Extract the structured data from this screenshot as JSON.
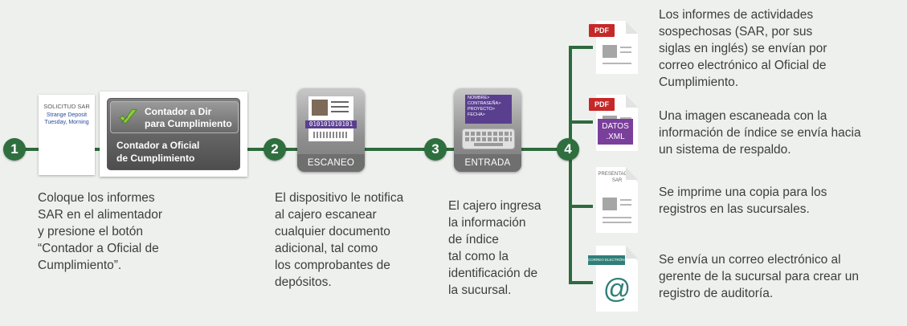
{
  "steps": [
    "1",
    "2",
    "3",
    "4"
  ],
  "sar_sheet": {
    "title": "SOLICITUD SAR",
    "line1": "Strange Deposit",
    "line2": "Tuesday, Morning"
  },
  "screen": {
    "button1_line1": "Contador a Dir",
    "button1_line2": "para Cumplimiento",
    "button2_line1": "Contador a Oficial",
    "button2_line2": "de Cumplimiento"
  },
  "scanner": {
    "binary": "010101010101",
    "caption": "ESCANEO"
  },
  "keyboard_device": {
    "field1": "NOMBRE>",
    "field2": "CONTRASEÑA>",
    "field3": "PROYECTO>",
    "field4": "FECHA>",
    "caption": "ENTRADA"
  },
  "descriptions": {
    "step1": [
      "Coloque los informes",
      "SAR en el alimentador",
      "y presione el botón",
      "“Contador a Oficial de",
      "Cumplimiento”."
    ],
    "step2": [
      "El dispositivo le notifica",
      "al cajero escanear",
      "cualquier documento",
      "adicional, tal como",
      "los comprobantes de",
      "depósitos."
    ],
    "step3": [
      "El cajero ingresa",
      "la información",
      "de índice",
      "tal como la",
      "identificación de",
      "la sucursal."
    ]
  },
  "outputs": {
    "out1_badge": "PDF",
    "out1_text": [
      "Los informes de actividades",
      "sospechosas (SAR, por sus",
      "siglas en inglés) se envían por",
      "correo electrónico al Oficial de",
      "Cumplimiento."
    ],
    "out2_badge": "PDF",
    "out2_data_line1": "DATOS",
    "out2_data_line2": ".XML",
    "out2_text": [
      "Una imagen escaneada con la",
      "información de índice se envía hacia",
      "un sistema de respaldo."
    ],
    "out3_doc_line1": "PRESENTACIÓN",
    "out3_doc_line2": "SAR",
    "out3_text": [
      "Se imprime una copia para los",
      "registros en las sucursales."
    ],
    "out4_badge": "CORREO ELECTRÓNICO",
    "out4_symbol": "@",
    "out4_text": [
      "Se envía un correo electrónico al",
      "gerente de la sucursal para crear un",
      "registro de auditoría."
    ]
  },
  "colors": {
    "flow_green": "#2e6a3c",
    "pdf_red": "#c62828",
    "data_purple": "#7a3f9a",
    "mail_teal": "#2f7f78"
  }
}
